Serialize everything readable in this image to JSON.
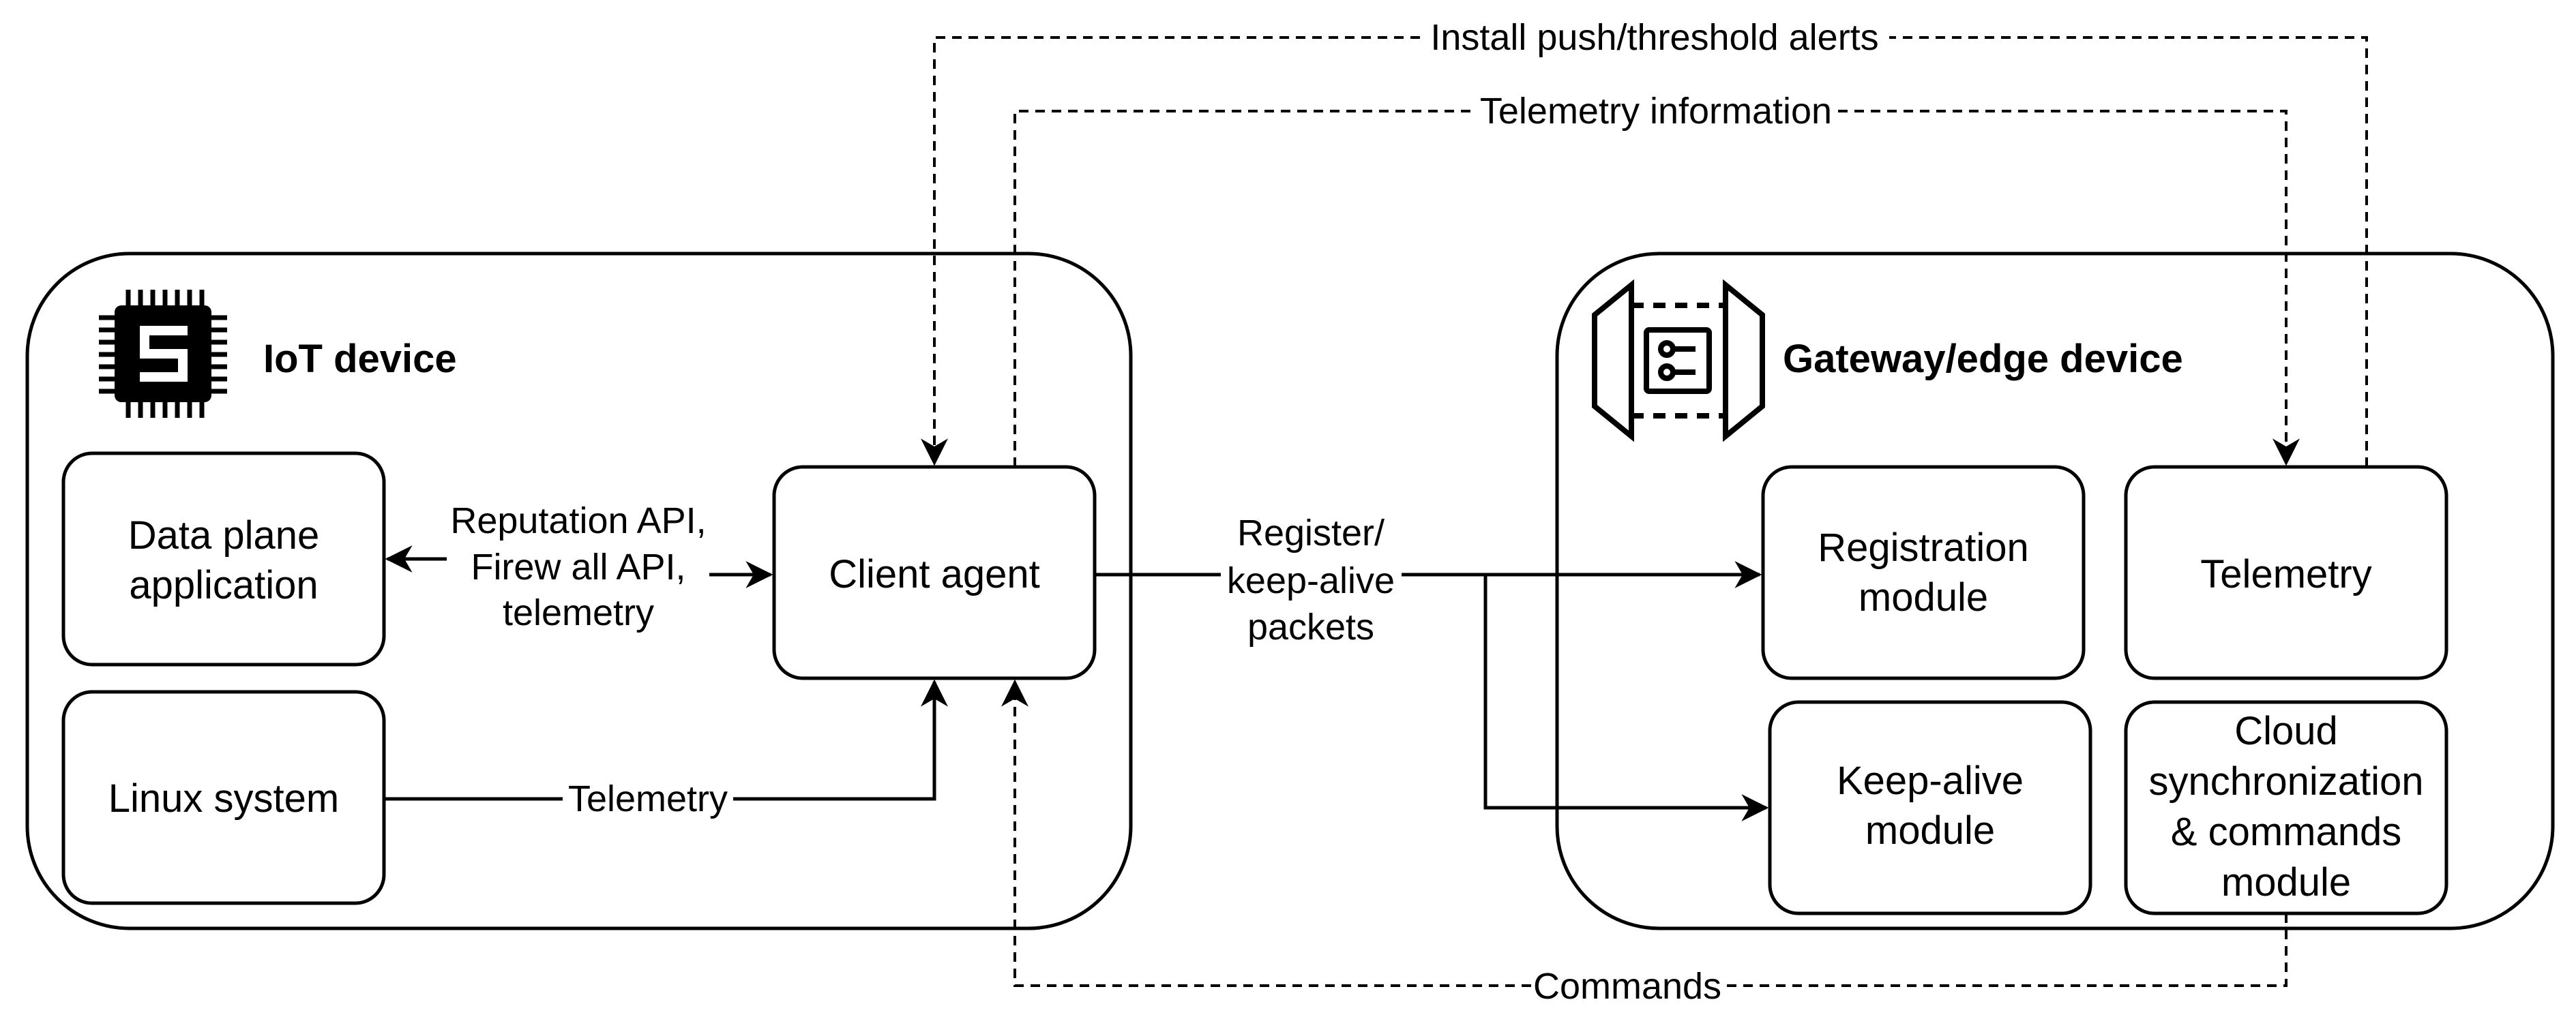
{
  "groups": {
    "iot": {
      "title": "IoT device",
      "icon": "chip-icon"
    },
    "gateway": {
      "title": "Gateway/edge device",
      "icon": "gateway-icon"
    }
  },
  "boxes": {
    "data_plane": [
      "Data plane",
      "application"
    ],
    "linux": [
      "Linux system"
    ],
    "client_agent": [
      "Client agent"
    ],
    "registration": [
      "Registration",
      "module"
    ],
    "telemetry": [
      "Telemetry"
    ],
    "keepalive": [
      "Keep-alive",
      "module"
    ],
    "cloud_sync": [
      "Cloud",
      "synchronization",
      "& commands",
      "module"
    ]
  },
  "edges": {
    "api_label": [
      "Reputation API,",
      "Firew all API,",
      "telemetry"
    ],
    "linux_telemetry": "Telemetry",
    "register_label": [
      "Register/",
      "keep-alive",
      "packets"
    ],
    "install_alerts": "Install push/threshold alerts",
    "telemetry_info": "Telemetry information",
    "commands": "Commands"
  }
}
